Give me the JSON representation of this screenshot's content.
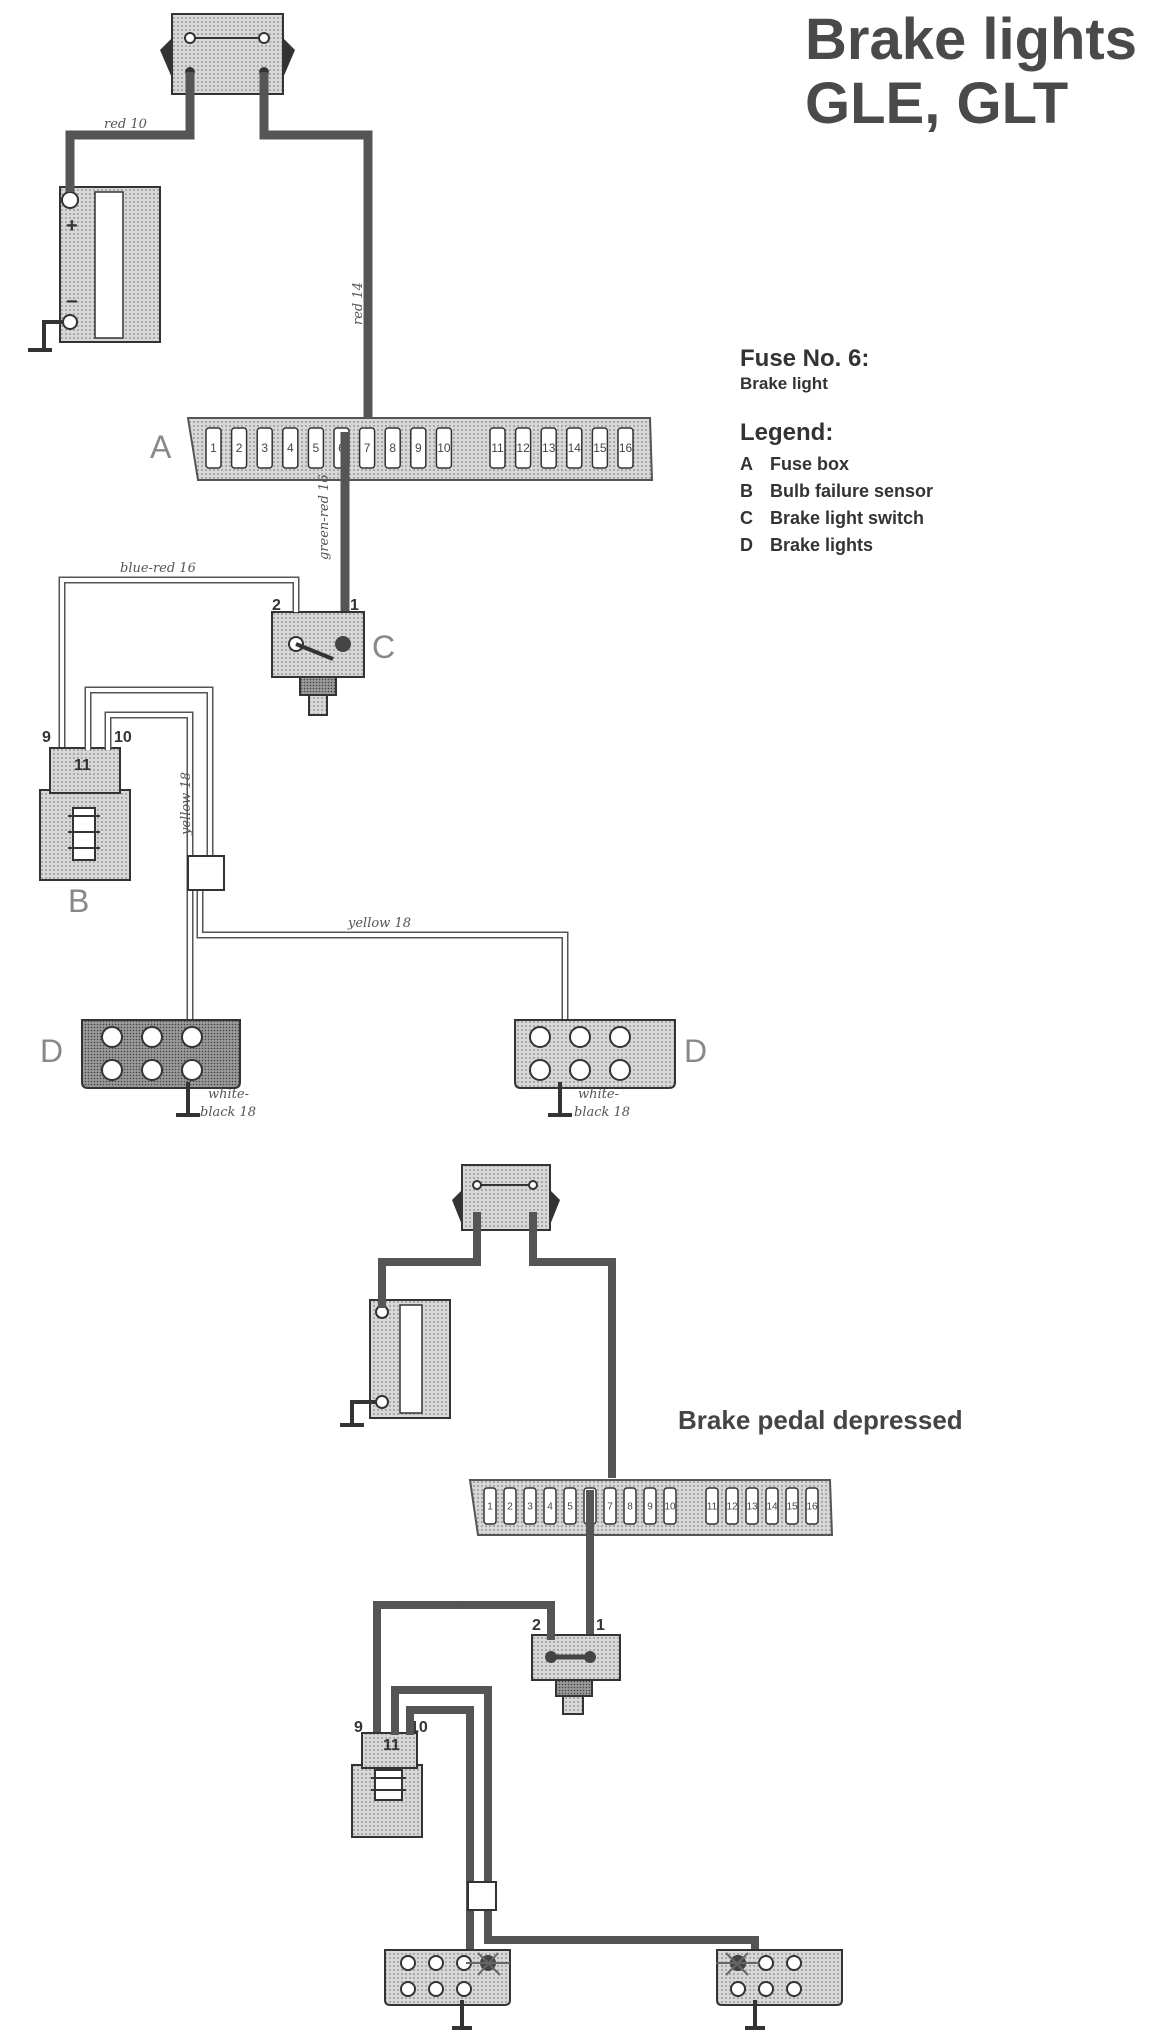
{
  "title": {
    "line1": "Brake lights",
    "line2": "GLE, GLT"
  },
  "fuse": {
    "heading": "Fuse No. 6:",
    "description": "Brake light"
  },
  "legend": {
    "heading": "Legend:",
    "items": [
      {
        "key": "A",
        "label": "Fuse box"
      },
      {
        "key": "B",
        "label": "Bulb failure sensor"
      },
      {
        "key": "C",
        "label": "Brake light switch"
      },
      {
        "key": "D",
        "label": "Brake lights"
      }
    ]
  },
  "component_letters": {
    "A": "A",
    "B": "B",
    "C": "C",
    "D1": "D",
    "D2": "D"
  },
  "wires": {
    "red10": "red 10",
    "red14": "red 14",
    "green_red16": "green-red 16",
    "blue_red16": "blue-red 16",
    "yellow18_v": "yellow 18",
    "yellow18_h": "yellow 18",
    "white_black18_a": "white-",
    "white_black18_b": "black 18",
    "white_black18_c": "white-",
    "white_black18_d": "black 18"
  },
  "battery": {
    "plus": "+",
    "minus": "−"
  },
  "fuse_numbers": [
    "1",
    "2",
    "3",
    "4",
    "5",
    "6",
    "7",
    "8",
    "9",
    "10",
    "11",
    "12",
    "13",
    "14",
    "15",
    "16"
  ],
  "switch_pins": {
    "left": "2",
    "right": "1"
  },
  "sensor_pins": {
    "p9": "9",
    "p11": "11",
    "p10": "10"
  },
  "lower_switch_pins": {
    "left": "2",
    "right": "1"
  },
  "lower_sensor_pins": {
    "p9": "9",
    "p11": "11",
    "p10": "10"
  },
  "pedal_caption": "Brake pedal depressed",
  "colors": {
    "wire": "#555555",
    "hatch": "#b8b8b8",
    "outline": "#333333"
  }
}
